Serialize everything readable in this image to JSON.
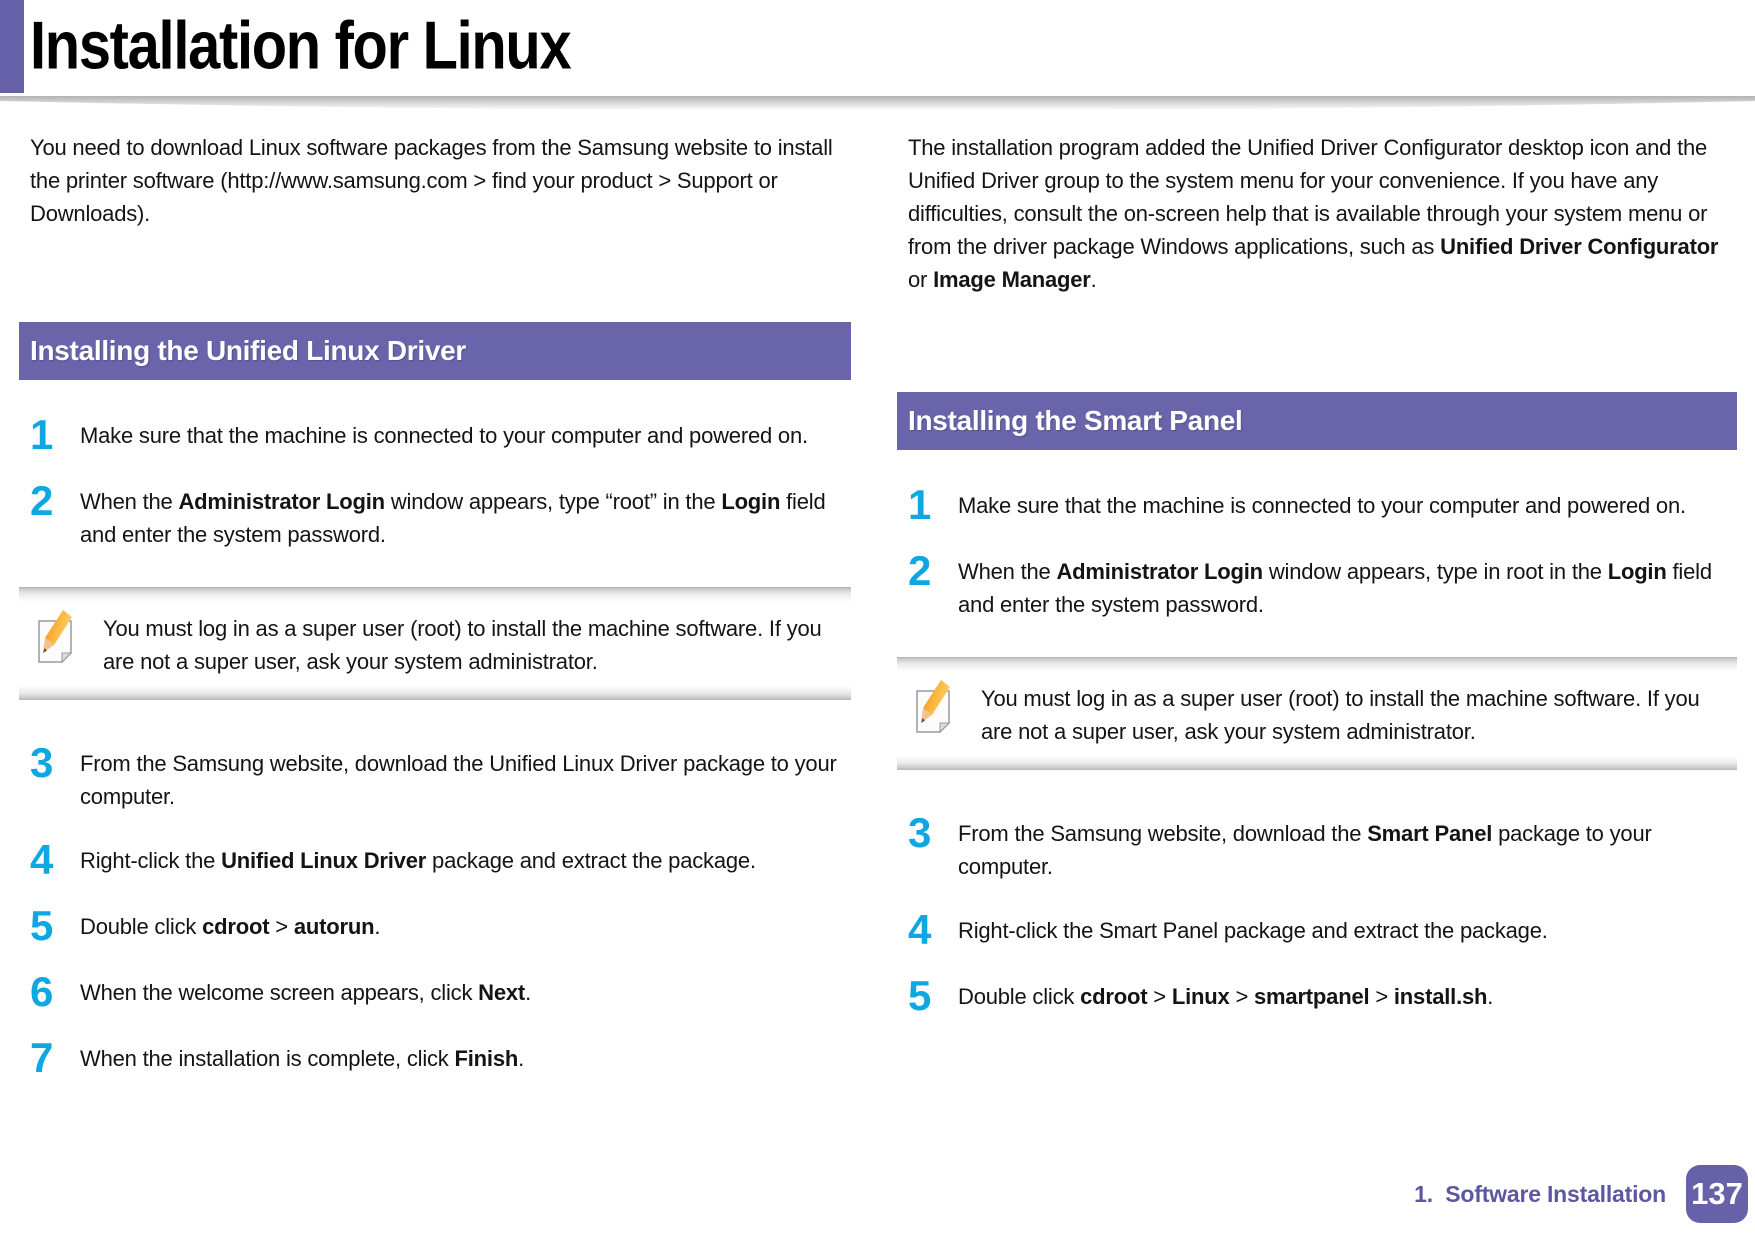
{
  "page_title": "Installation for Linux",
  "colors": {
    "accent_purple": "#6761A9",
    "section_bar_purple": "#6A64AB",
    "step_number_blue": "#0FA7E1",
    "footer_purple": "#5D57A2"
  },
  "left_column": {
    "intro": [
      {
        "t": "You need to download Linux software packages from the Samsung website to install the printer software (http://www.samsung.com > find your product > Support or Downloads)."
      }
    ],
    "section_title": "Installing the Unified Linux Driver",
    "steps_top": [
      {
        "num": "1",
        "segments": [
          {
            "t": "Make sure that the machine is connected to your computer and powered on."
          }
        ]
      },
      {
        "num": "2",
        "segments": [
          {
            "t": "When the "
          },
          {
            "t": "Administrator Login",
            "b": true
          },
          {
            "t": " window appears, type “root” in the "
          },
          {
            "t": "Login",
            "b": true
          },
          {
            "t": " field and enter the system password."
          }
        ]
      }
    ],
    "note": "You must log in as a super user (root) to install the machine software. If you are not a super user, ask your system administrator.",
    "steps_bottom": [
      {
        "num": "3",
        "segments": [
          {
            "t": "From the Samsung website, download the Unified Linux Driver package to your computer."
          }
        ]
      },
      {
        "num": "4",
        "segments": [
          {
            "t": "Right-click the "
          },
          {
            "t": "Unified Linux Driver",
            "b": true
          },
          {
            "t": " package and extract the package."
          }
        ]
      },
      {
        "num": "5",
        "segments": [
          {
            "t": "Double click "
          },
          {
            "t": "cdroot",
            "b": true
          },
          {
            "t": " > "
          },
          {
            "t": "autorun",
            "b": true
          },
          {
            "t": "."
          }
        ]
      },
      {
        "num": "6",
        "segments": [
          {
            "t": "When the welcome screen appears, click "
          },
          {
            "t": "Next",
            "b": true
          },
          {
            "t": "."
          }
        ]
      },
      {
        "num": "7",
        "segments": [
          {
            "t": "When the installation is complete, click "
          },
          {
            "t": "Finish",
            "b": true
          },
          {
            "t": "."
          }
        ]
      }
    ]
  },
  "right_column": {
    "intro": [
      {
        "t": "The installation program added the Unified Driver Configurator desktop icon and the Unified Driver group to the system menu for your convenience. If you have any difficulties, consult the on-screen help that is available through your system menu or from the driver package Windows applications, such as "
      },
      {
        "t": "Unified Driver Configurator",
        "b": true
      },
      {
        "t": " or "
      },
      {
        "t": "Image Manager",
        "b": true
      },
      {
        "t": "."
      }
    ],
    "section_title": "Installing the Smart Panel",
    "steps_top": [
      {
        "num": "1",
        "segments": [
          {
            "t": "Make sure that the machine is connected to your computer and powered on."
          }
        ]
      },
      {
        "num": "2",
        "segments": [
          {
            "t": "When the "
          },
          {
            "t": "Administrator Login",
            "b": true
          },
          {
            "t": " window appears, type in root in the "
          },
          {
            "t": "Login",
            "b": true
          },
          {
            "t": " field and enter the system password."
          }
        ]
      }
    ],
    "note": "You must log in as a super user (root) to install the machine software. If you are not a super user, ask your system administrator.",
    "steps_bottom": [
      {
        "num": "3",
        "segments": [
          {
            "t": "From the Samsung website, download the "
          },
          {
            "t": "Smart Panel",
            "b": true
          },
          {
            "t": " package to your computer."
          }
        ]
      },
      {
        "num": "4",
        "segments": [
          {
            "t": "Right-click the Smart Panel package and extract the package."
          }
        ]
      },
      {
        "num": "5",
        "segments": [
          {
            "t": "Double click "
          },
          {
            "t": "cdroot",
            "b": true
          },
          {
            "t": " > "
          },
          {
            "t": "Linux",
            "b": true
          },
          {
            "t": " > "
          },
          {
            "t": "smartpanel",
            "b": true
          },
          {
            "t": " > "
          },
          {
            "t": "install.sh",
            "b": true
          },
          {
            "t": "."
          }
        ]
      }
    ]
  },
  "footer": {
    "chapter_label": "1.  Software Installation",
    "page_number": "137"
  }
}
